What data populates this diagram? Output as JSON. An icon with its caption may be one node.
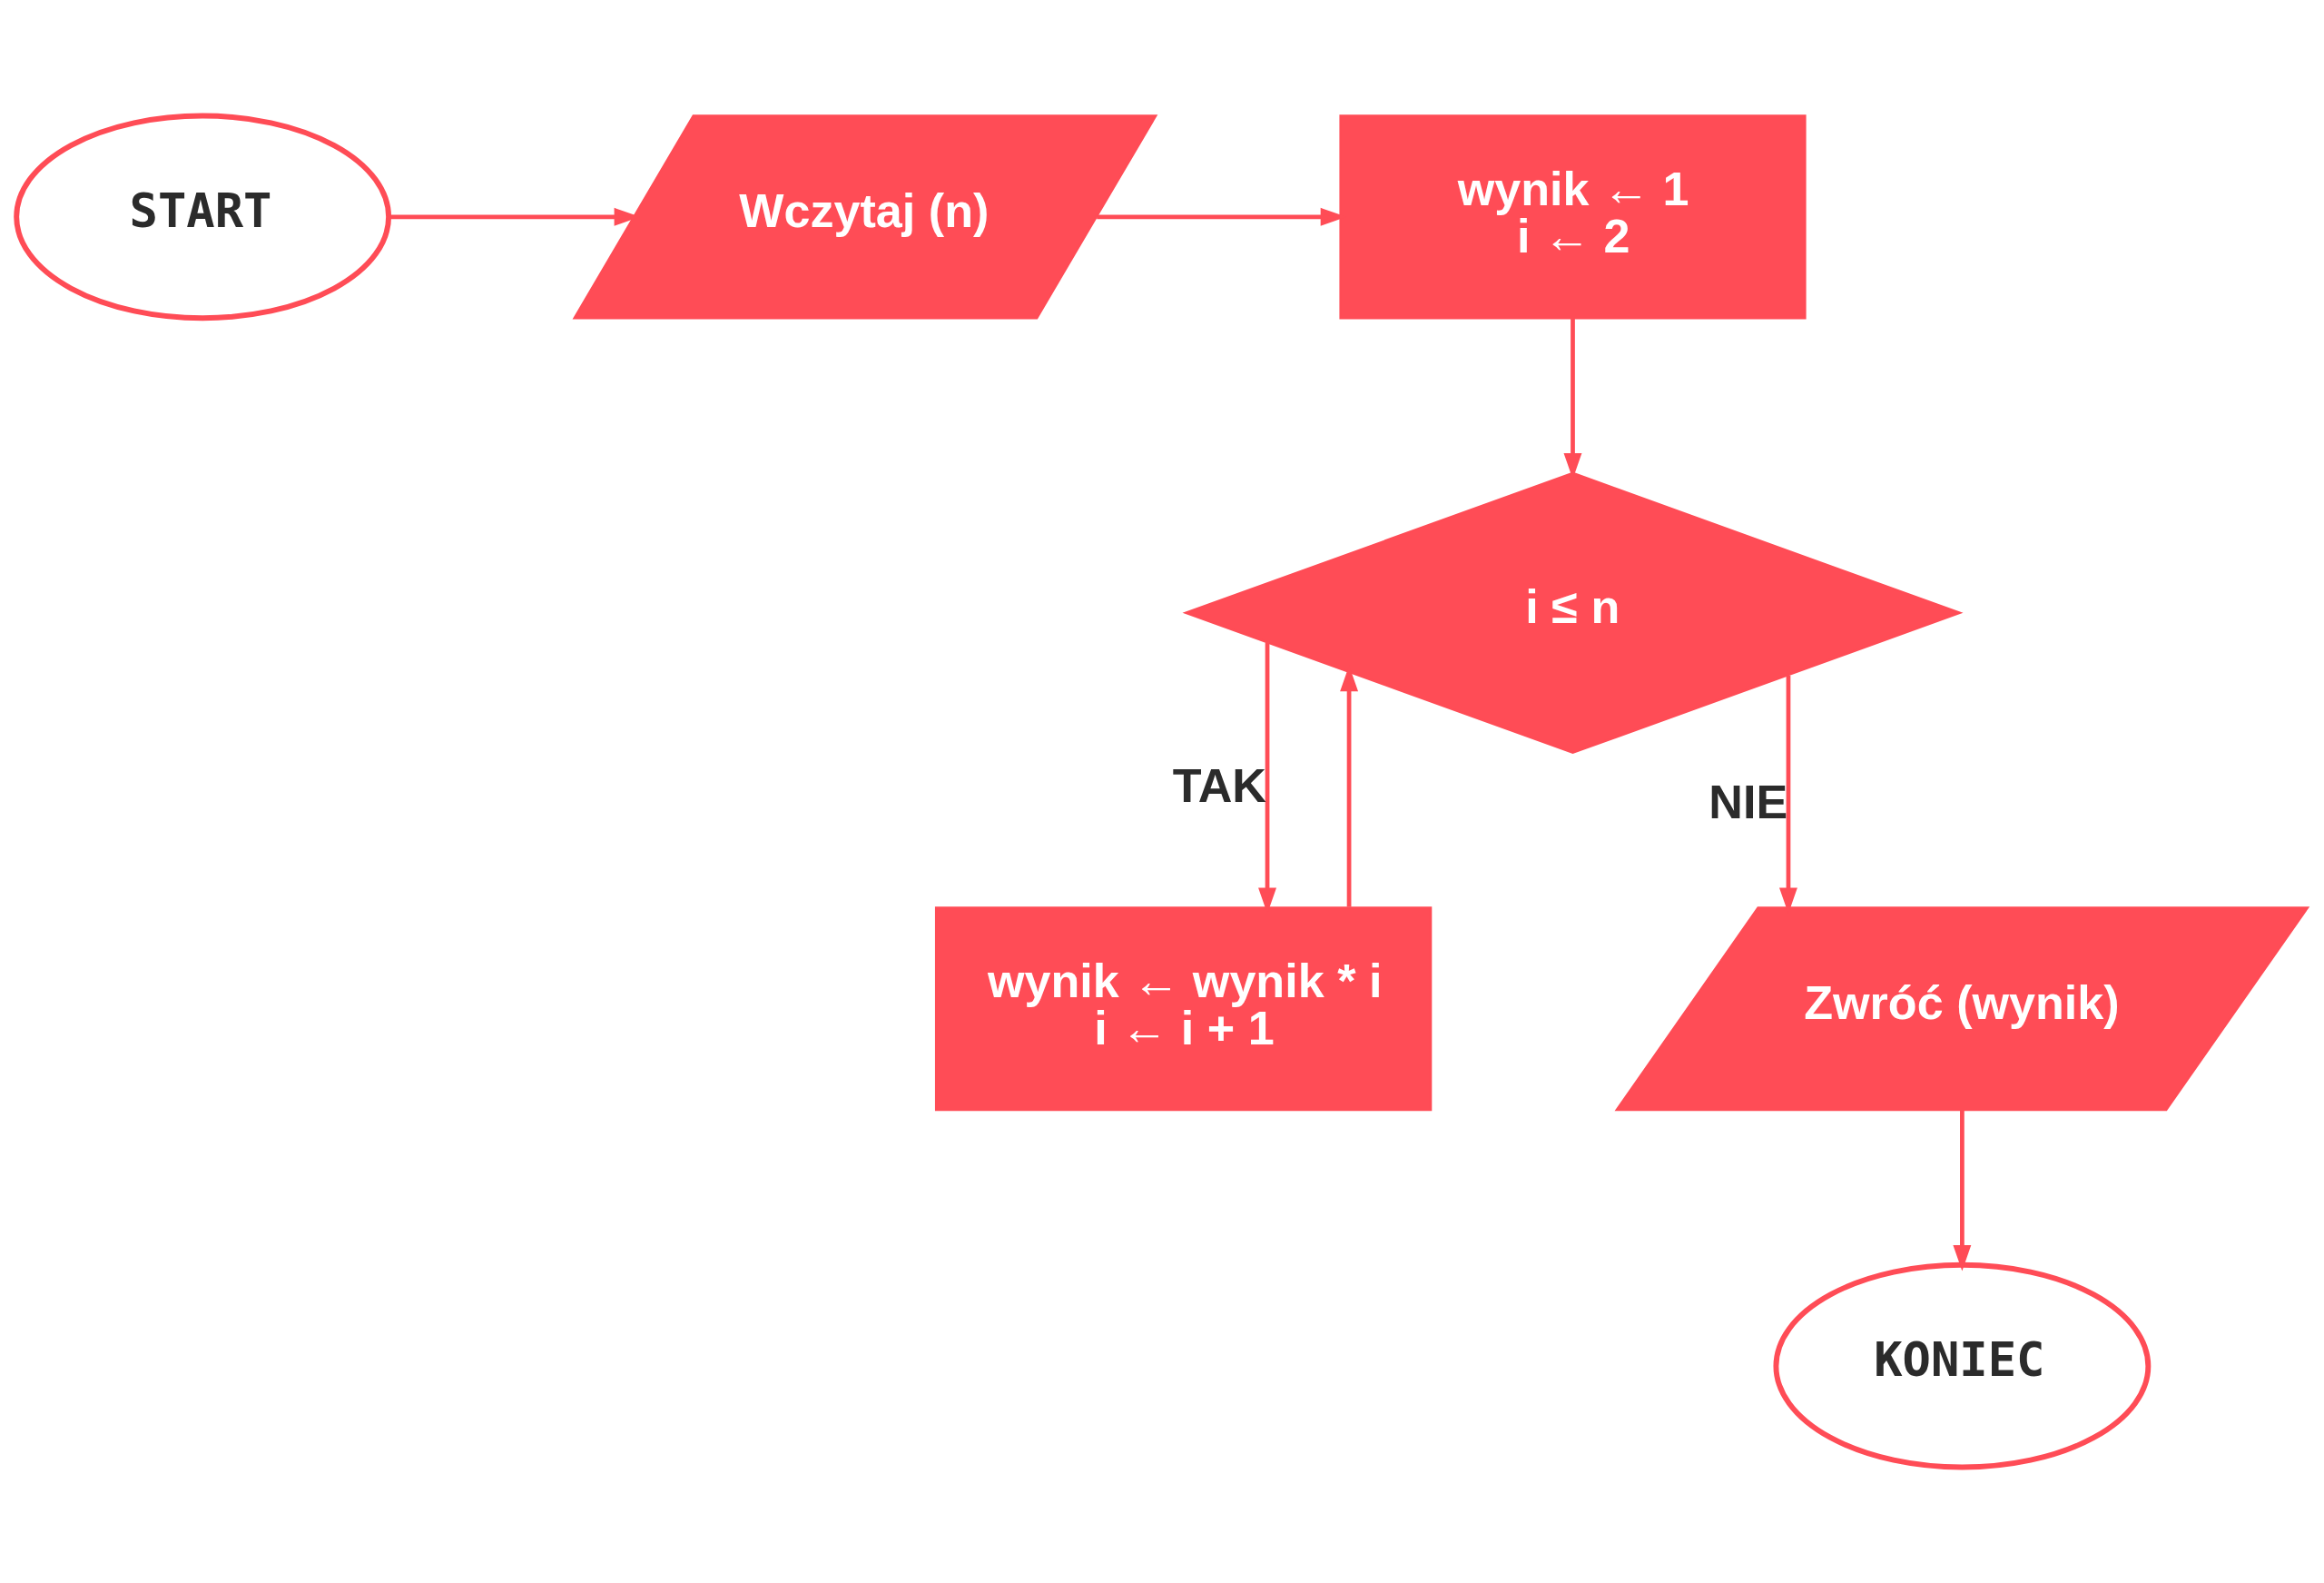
{
  "diagram": {
    "nodes": [
      {
        "text": [
          "START"
        ]
      },
      {
        "text": [
          "Wczytaj (n)"
        ]
      },
      {
        "text": [
          "wynik ← 1",
          "i ← 2"
        ]
      },
      {
        "text": [
          "i ≤ n"
        ]
      },
      {
        "text": [
          "wynik ← wynik * i",
          "i ← i + 1"
        ]
      },
      {
        "text": [
          "Zwróć (wynik)"
        ]
      },
      {
        "text": [
          "KONIEC"
        ]
      }
    ],
    "edges": [
      {
        "from": 0,
        "to": 1,
        "arrow": "to"
      },
      {
        "from": 1,
        "to": 2,
        "arrow": "to"
      },
      {
        "from": 2,
        "to": 3,
        "arrow": "to"
      },
      {
        "from": 3,
        "to": 4,
        "arrow": "to",
        "label": "TAK"
      },
      {
        "from": 3,
        "to": 5,
        "arrow": "to",
        "label": "NIE"
      },
      {
        "from": 4,
        "to": 3,
        "arrow": "to"
      },
      {
        "from": 5,
        "to": 6,
        "arrow": "to"
      }
    ]
  }
}
